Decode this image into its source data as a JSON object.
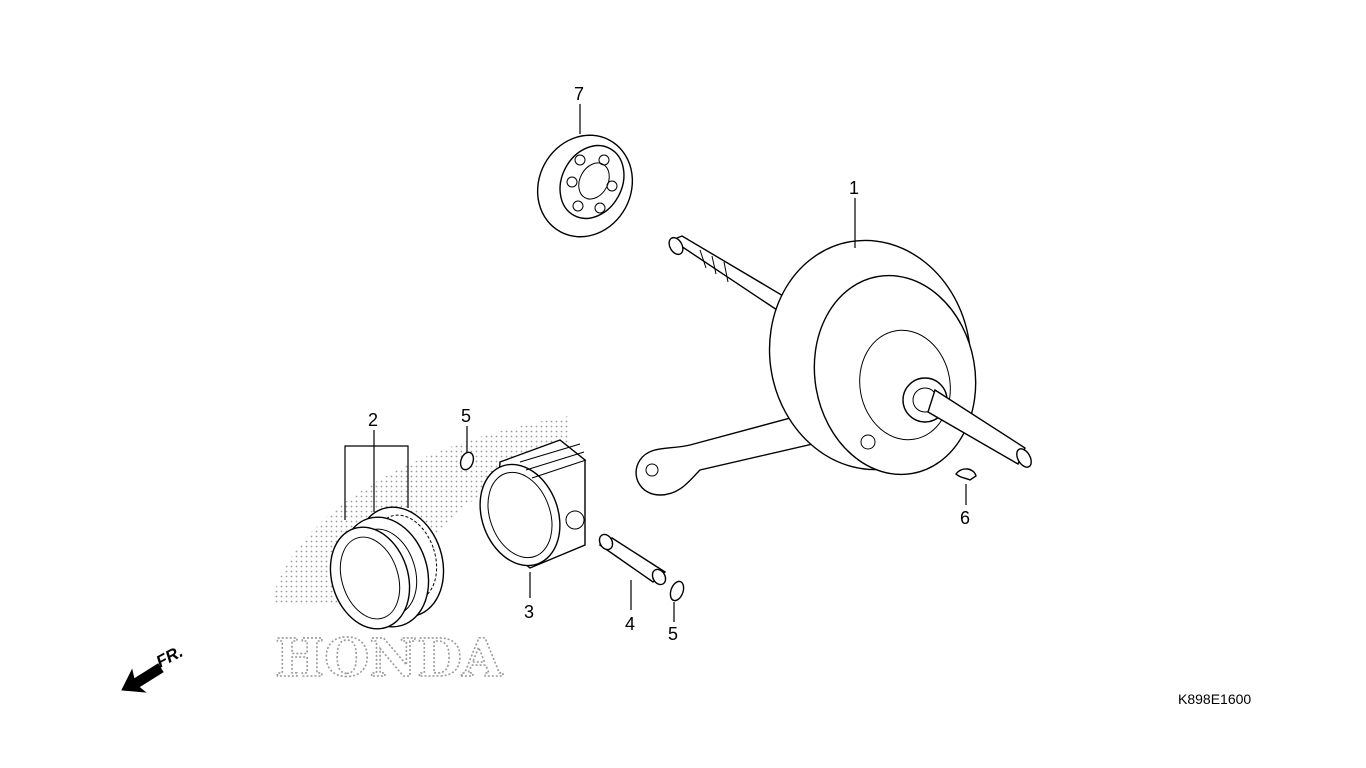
{
  "watermark": {
    "logo_text": "HONDA"
  },
  "callouts": [
    {
      "id": "crankshaft",
      "number": "1"
    },
    {
      "id": "piston-ring-set",
      "number": "2"
    },
    {
      "id": "piston",
      "number": "3"
    },
    {
      "id": "piston-pin",
      "number": "4"
    },
    {
      "id": "piston-pin-clip-a",
      "number": "5"
    },
    {
      "id": "piston-pin-clip-b",
      "number": "5"
    },
    {
      "id": "woodruff-key",
      "number": "6"
    },
    {
      "id": "radial-ball-bearing",
      "number": "7"
    }
  ],
  "front_indicator": {
    "label": "FR.",
    "icon": "arrow-down-left-icon"
  },
  "diagram_code": "K898E1600"
}
